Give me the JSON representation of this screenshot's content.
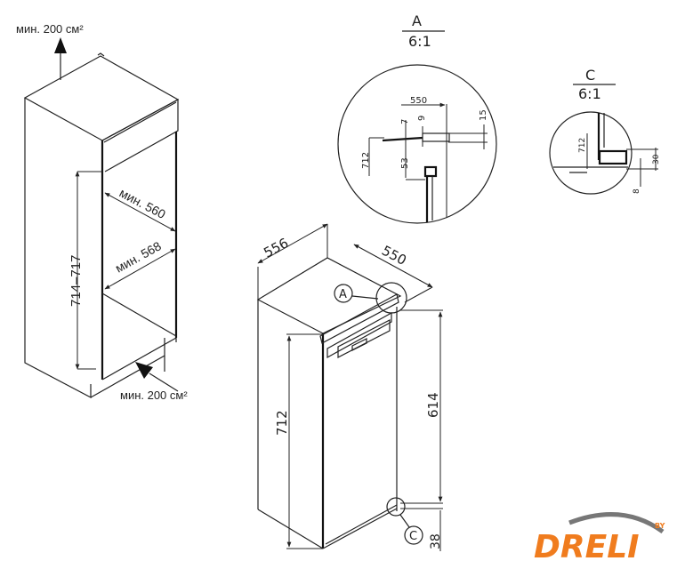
{
  "cabinet": {
    "vent_top": "мин. 200 см²",
    "vent_bottom": "мин. 200 см²",
    "width_inner": "мин. 560",
    "depth_inner": "мин. 568",
    "height_niche": "714–717"
  },
  "appliance": {
    "depth": "556",
    "width": "550",
    "height": "712",
    "height_to_hinge": "614",
    "bottom_offset": "38",
    "callout_a": "A",
    "callout_c": "C"
  },
  "detail_a": {
    "label": "A",
    "scale": "6:1",
    "dims": {
      "d550": "550",
      "d7": "7",
      "d9": "9",
      "d15": "15",
      "d712": "712",
      "d53": "53"
    }
  },
  "detail_c": {
    "label": "C",
    "scale": "6:1",
    "dims": {
      "d712": "712",
      "d30": "30",
      "d8": "8"
    }
  },
  "logo": {
    "text": "DRELI",
    "by": "BY",
    "color": "#f07c1e"
  }
}
